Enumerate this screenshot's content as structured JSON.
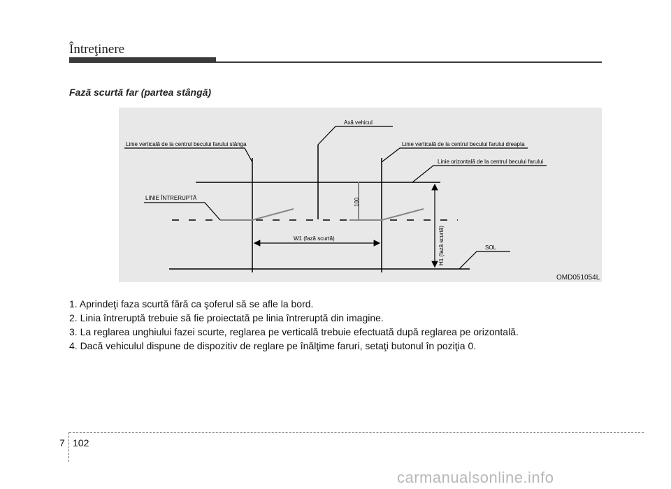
{
  "header": {
    "title": "Întreţinere"
  },
  "section": {
    "title": "Fază scurtă far (partea stângă)"
  },
  "figure": {
    "labels": {
      "axis_vehicle": "Axă vehicul",
      "left_vertical": "Linie verticală de la centrul becului farului stânga",
      "right_vertical": "Linie verticală de la centrul becului farului dreapta",
      "horizontal": "Linie orizontală de la centrul becului farului",
      "cutoff": "LINIE ÎNTRERUPTĂ",
      "dim_100": "100",
      "w1": "W1 (fază scurtă)",
      "h1": "H1 (fază scurtă)",
      "ground": "SOL"
    },
    "code": "OMD051054L"
  },
  "instructions": [
    "1. Aprindeţi faza scurtă fără ca şoferul să se afle la bord.",
    "2. Linia întreruptă trebuie să fie proiectată pe linia întreruptă din imagine.",
    "3. La reglarea unghiului fazei scurte, reglarea pe verticală trebuie efectuată după reglarea pe orizontală.",
    "4. Dacă vehiculul dispune de dispozitiv de reglare pe înălţime faruri, setaţi butonul în poziţia 0."
  ],
  "footer": {
    "chapter": "7",
    "page": "102"
  },
  "watermark": "carmanualsonline.info"
}
